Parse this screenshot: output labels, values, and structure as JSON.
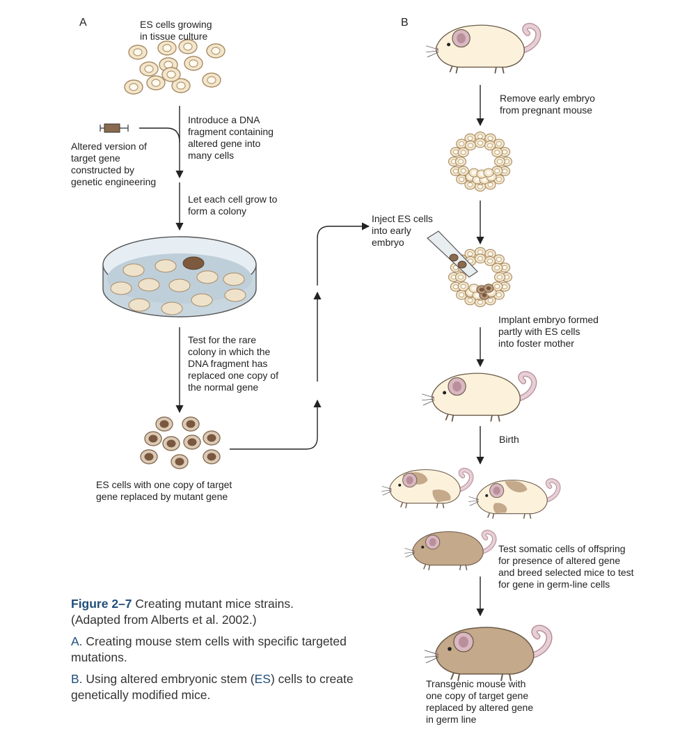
{
  "panels": {
    "a": "A",
    "b": "B"
  },
  "panel_a": {
    "es_cells_label": "ES cells growing\nin tissue culture",
    "altered_gene_label": "Altered version of\ntarget gene\nconstructed by\ngenetic engineering",
    "introduce_label": "Introduce a DNA\nfragment containing\naltered gene into\nmany cells",
    "grow_label": "Let each cell grow to\nform a colony",
    "test_label": "Test for the rare\ncolony in which the\nDNA fragment has\nreplaced one copy of\nthe normal gene",
    "result_label": "ES cells with one copy of target\ngene replaced by mutant gene"
  },
  "panel_b": {
    "remove_label": "Remove early embryo\nfrom pregnant mouse",
    "inject_label": "Inject ES cells\ninto early\nembryo",
    "implant_label": "Implant embryo formed\npartly with ES cells\ninto foster mother",
    "birth_label": "Birth",
    "test_offspring_label": "Test somatic cells of offspring\nfor presence of altered gene\nand breed selected mice to test\nfor gene in germ-line cells",
    "transgenic_label": "Transgenic mouse with\none copy of target gene\nreplaced by altered gene\nin germ line"
  },
  "caption": {
    "figure_number": "Figure 2–7",
    "title": "Creating mutant mice strains.",
    "source": "(Adapted from Alberts et al. 2002.)",
    "a_letter": "A.",
    "a_text": "Creating mouse stem cells with specific targeted mutations.",
    "b_letter": "B.",
    "b_text_pre": "Using altered embryonic stem (",
    "b_text_es": "ES",
    "b_text_post": ") cells to create genetically modified mice."
  },
  "colors": {
    "cell_fill": "#f3e6cc",
    "cell_stroke": "#a88b63",
    "mutant_cell": "#b89c82",
    "mutant_nucleus": "#7a5840",
    "dish": "#c7d6df",
    "mouse_white": "#fcf2dc",
    "mouse_brown": "#c4a98a",
    "tail": "#e7cfd6",
    "accent": "#1f4e7a"
  }
}
